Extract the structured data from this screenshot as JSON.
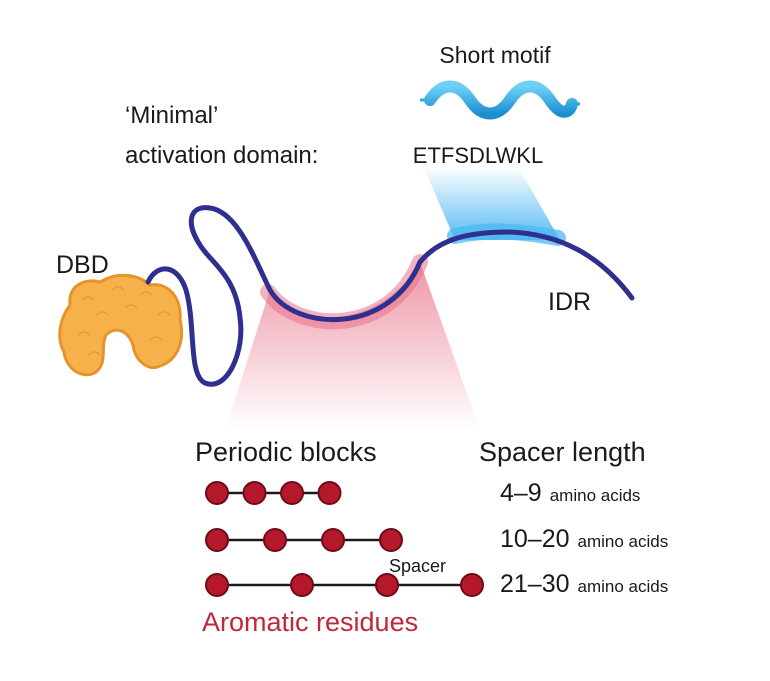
{
  "labels": {
    "short_motif": "Short motif",
    "motif_sequence": "ETFSDLWKL",
    "minimal_line1": "‘Minimal’",
    "minimal_line2": "activation domain:",
    "dbd": "DBD",
    "idr": "IDR",
    "periodic_blocks": "Periodic blocks",
    "spacer_length": "Spacer length",
    "spacer": "Spacer",
    "aromatic_residues": "Aromatic residues"
  },
  "spacer_rows": [
    {
      "range": "4–9",
      "unit": "amino acids",
      "residues": 4
    },
    {
      "range": "10–20",
      "unit": "amino acids",
      "residues": 4
    },
    {
      "range": "21–30",
      "unit": "amino acids",
      "residues": 4
    }
  ],
  "colors": {
    "idr_line": "#2f2f8f",
    "dbd_fill": "#f7b14a",
    "dbd_stroke": "#e8922a",
    "residue_fill": "#b5182a",
    "residue_stroke": "#6e0c16",
    "aromatic_text": "#c0283a",
    "helix": "#2aa8e0",
    "motif_glow": "#4fb8f2",
    "block_highlight": "#e8738a"
  }
}
